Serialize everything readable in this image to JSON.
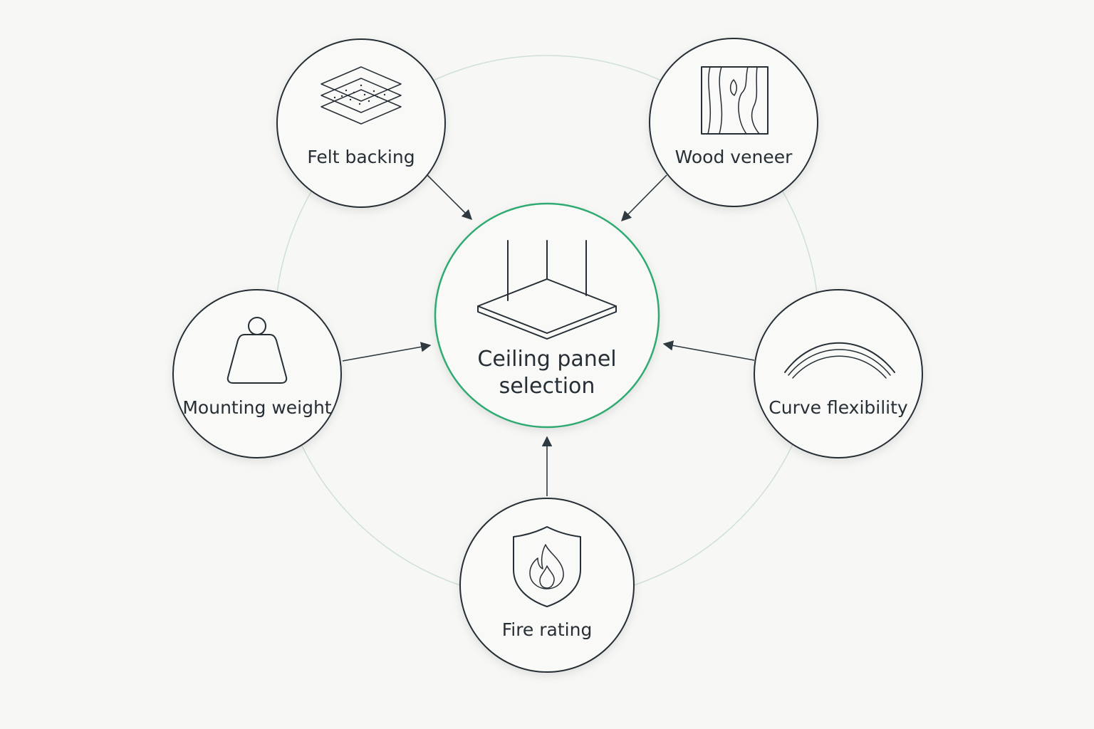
{
  "diagram": {
    "hub": {
      "label_line1": "Ceiling panel",
      "label_line2": "selection",
      "icon": "suspended-ceiling-panel-icon"
    },
    "nodes": [
      {
        "id": "felt",
        "label": "Felt backing",
        "icon": "layers-icon"
      },
      {
        "id": "wood",
        "label": "Wood veneer",
        "icon": "wood-grain-icon"
      },
      {
        "id": "weight",
        "label": "Mounting weight",
        "icon": "weight-icon"
      },
      {
        "id": "curve",
        "label": "Curve flexibility",
        "icon": "curve-arcs-icon"
      },
      {
        "id": "fire",
        "label": "Fire rating",
        "icon": "fire-shield-icon"
      }
    ],
    "colors": {
      "background": "#f7f7f5",
      "outline": "#262f36",
      "hub_accent": "#2faa72",
      "ring": "#cfe0d6"
    }
  }
}
